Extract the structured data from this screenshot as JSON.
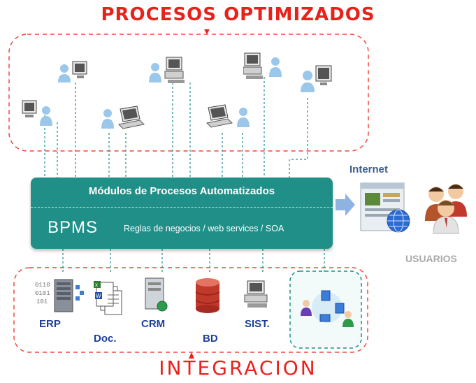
{
  "title_top": "PROCESOS OPTIMIZADOS",
  "title_bottom": "INTEGRACION",
  "bpms": {
    "modules_label": "Módulos de Procesos Automatizados",
    "name": "BPMS",
    "subtitle": "Reglas de negocios / web services / SOA"
  },
  "internet_label": "Internet",
  "usuarios_label": "USUARIOS",
  "systems": [
    {
      "label": "ERP"
    },
    {
      "label": "Doc."
    },
    {
      "label": "CRM"
    },
    {
      "label": "BD"
    },
    {
      "label": "SIST."
    }
  ],
  "colors": {
    "accent_red": "#e8211b",
    "teal": "#1f8f88",
    "label_blue": "#1c3f9a"
  }
}
